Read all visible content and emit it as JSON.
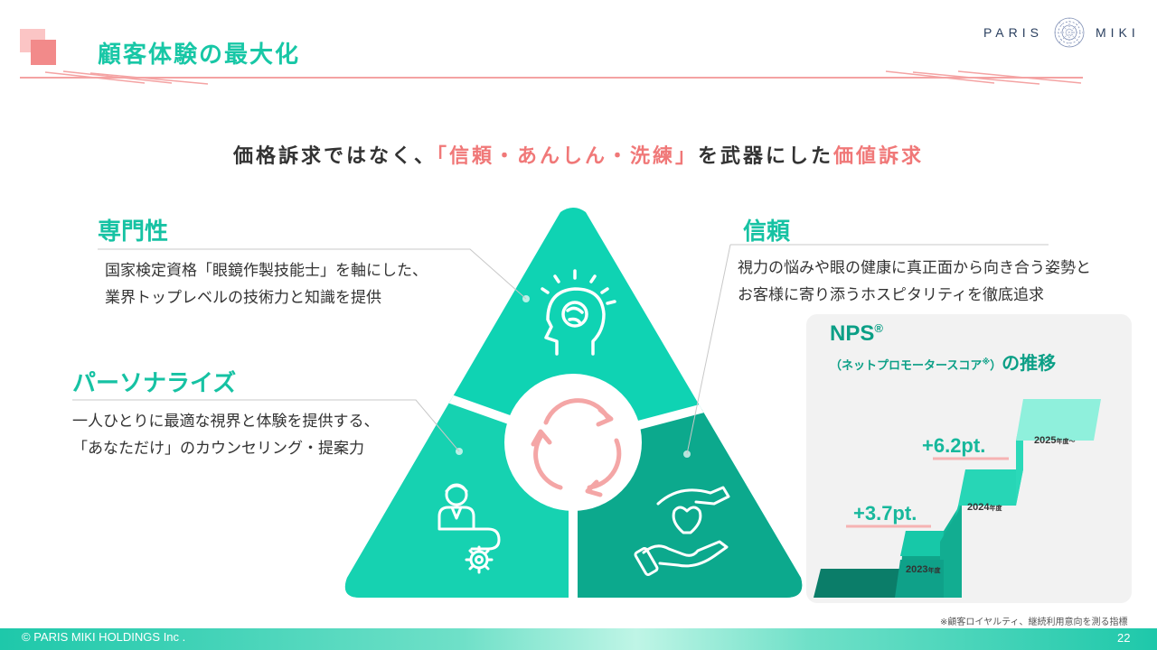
{
  "header": {
    "title": "顧客体験の最大化",
    "logo_left": "PARIS",
    "logo_right": "MIKI"
  },
  "tagline": {
    "part1": "価格訴求ではなく、",
    "part2": "「信頼・あんしん・洗練」",
    "part3": "を武器にした",
    "part4": "価値訴求"
  },
  "sections": {
    "expertise": {
      "title": "専門性",
      "line1": "国家検定資格「眼鏡作製技能士」を軸にした、",
      "line2": "業界トップレベルの技術力と知識を提供"
    },
    "trust": {
      "title": "信頼",
      "line1": "視力の悩みや眼の健康に真正面から向き合う姿勢と",
      "line2": "お客様に寄り添うホスピタリティを徹底追求"
    },
    "personalize": {
      "title": "パーソナライズ",
      "line1": "一人ひとりに最適な視界と体験を提供する、",
      "line2": "「あなただけ」のカウンセリング・提案力"
    }
  },
  "icons": {
    "top": "brain-head-icon",
    "center": "cycle-arrows-icon",
    "left": "person-gear-icon",
    "right": "heart-hands-icon"
  },
  "nps": {
    "title": "NPS",
    "reg": "®",
    "sub_open": "（ネットプロモータースコア",
    "sub_mark": "※",
    "sub_close": "）",
    "sub_tail": "の推移",
    "delta1": "+3.7pt.",
    "delta2": "+6.2pt.",
    "year1": "2023",
    "year1_suffix": "年度",
    "year2": "2024",
    "year2_suffix": "年度",
    "year3": "2025",
    "year3_suffix": "年度～",
    "footnote": "※顧客ロイヤルティ、継続利用意向を測る指標"
  },
  "footer": {
    "copyright": "© PARIS MIKI HOLDINGS Inc .",
    "page": "22"
  },
  "colors": {
    "accent_teal": "#16c2a3",
    "accent_pink": "#f07878",
    "dark_teal": "#0b9f86"
  }
}
